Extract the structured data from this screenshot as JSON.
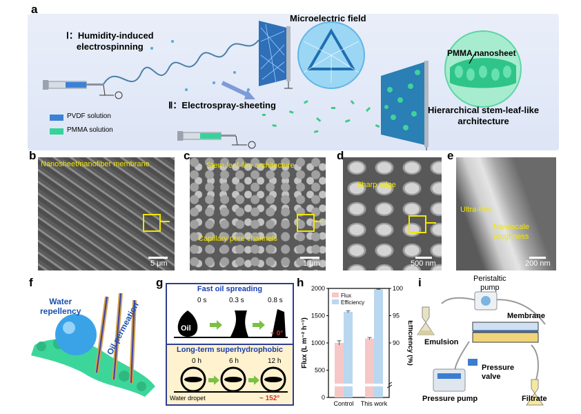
{
  "panels": {
    "a": {
      "label": "a",
      "step1": "Ⅰ：Humidity-induced electrospinning",
      "step1_line1": "Ⅰ：Humidity-induced",
      "step1_line2": "electrospinning",
      "step2": "Ⅱ：Electrospray-sheeting",
      "field": "Microelectric field",
      "nanosheet": "PMMA nanosheet",
      "arch_line1": "Hierarchical stem-leaf-like",
      "arch_line2": "architecture",
      "legend": [
        {
          "label": "PVDF solution",
          "color": "#3b82d6"
        },
        {
          "label": "PMMA solution",
          "color": "#34d39a"
        }
      ]
    },
    "b": {
      "label": "b",
      "title": "Nanosheet/nanofiber membrane",
      "scale": "5 μm"
    },
    "c": {
      "label": "c",
      "title": "Stem-leaf-like architecture",
      "note": "Capillary pore channels",
      "scale": "1 μm"
    },
    "d": {
      "label": "d",
      "note": "Sharp edge",
      "scale": "500 nm"
    },
    "e": {
      "label": "e",
      "note1": "Ultra-thin",
      "note2_line1": "Nanoscale",
      "note2_line2": "roughness",
      "scale": "200 nm"
    },
    "f": {
      "label": "f",
      "water": "Water repellency",
      "water_line1": "Water",
      "water_line2": "repellency",
      "oil": "Oil permeation"
    },
    "g": {
      "label": "g",
      "top_title": "Fast oil spreading",
      "times_top": [
        "0 s",
        "0.3 s",
        "0.8 s"
      ],
      "oil": "Oil",
      "angle_top": "~ 0°",
      "bottom_title": "Long-term superhydrophobic",
      "times_bottom": [
        "0 h",
        "6 h",
        "12 h"
      ],
      "droplet": "Water dropet",
      "angle_bottom": "~ 152°"
    },
    "h": {
      "label": "h"
    },
    "i": {
      "label": "i",
      "pump_line1": "Peristaltic",
      "pump_line2": "pump",
      "membrane": "Membrane",
      "emulsion": "Emulsion",
      "valve_line1": "Pressure",
      "valve_line2": "valve",
      "pressure_pump": "Pressure pump",
      "filtrate": "Filtrate"
    }
  },
  "chart_data": {
    "type": "bar",
    "categories": [
      "Control",
      "This work"
    ],
    "series": [
      {
        "name": "Flux",
        "values": [
          1000,
          1080
        ],
        "errors": [
          40,
          20
        ],
        "color": "#f6c7c7",
        "axis": "left"
      },
      {
        "name": "Efficiency",
        "values": [
          95.7,
          99.8
        ],
        "errors": [
          0.2,
          0.05
        ],
        "color": "#b9d7ef",
        "axis": "right"
      }
    ],
    "ylabel": "Flux (L m⁻² h⁻¹)",
    "y2label": "Efficiency (%)",
    "ylim": [
      0,
      2000
    ],
    "yticks": [
      0,
      500,
      1000,
      1500,
      2000
    ],
    "y2lim": [
      80,
      100
    ],
    "y2ticks": [
      90,
      95,
      100
    ],
    "y2_axis_break": true,
    "legend_position": "top-left"
  }
}
